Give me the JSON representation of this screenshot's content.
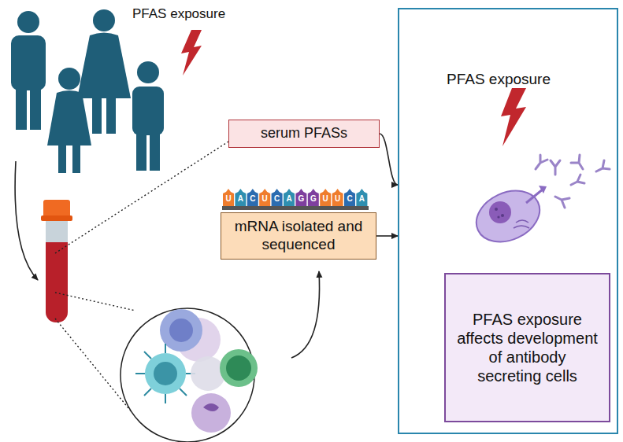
{
  "diagram": {
    "nodes": [
      {
        "text": [
          "serum PFASs"
        ]
      },
      {
        "text": [
          "mRNA isolated and sequenced"
        ]
      },
      {
        "text": [
          "PFAS exposure"
        ]
      },
      {
        "text": [
          "PFAS exposure affects development of antibody secreting cells"
        ],
        "in": 2
      }
    ],
    "edges": [
      {
        "from": 0,
        "to": 2,
        "arrow": "to"
      },
      {
        "from": 1,
        "to": 2,
        "arrow": "to"
      }
    ],
    "labels": [
      "PFAS exposure",
      "U",
      "A",
      "C",
      "U",
      "C",
      "A",
      "G",
      "G",
      "U",
      "U",
      "C",
      "A"
    ]
  }
}
